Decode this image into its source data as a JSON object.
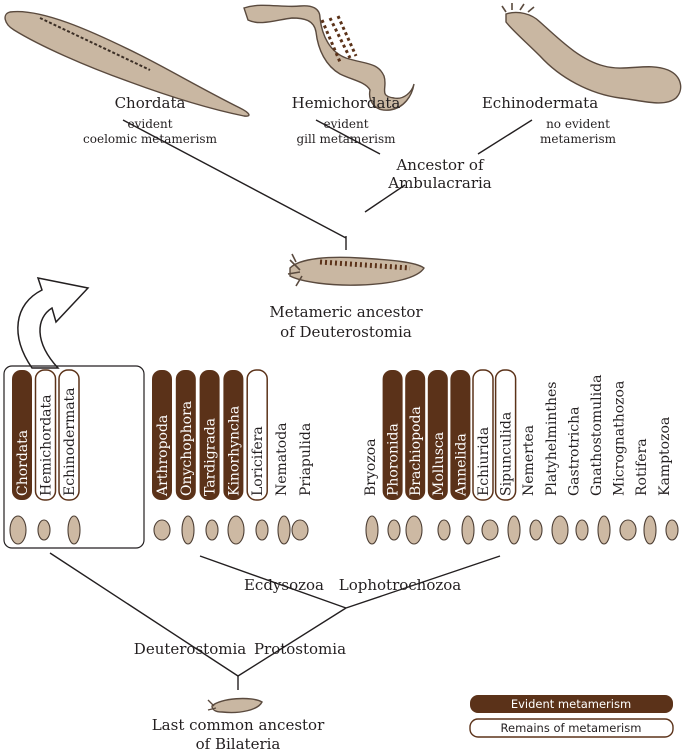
{
  "colors": {
    "evident": "#5b3219",
    "remains_border": "#5b3219",
    "animal_fill": "#c9b7a2",
    "line": "#231f20"
  },
  "top": {
    "chordata": {
      "name": "Chordata",
      "note1": "evident",
      "note2": "coelomic metamerism"
    },
    "hemichordata": {
      "name": "Hemichordata",
      "note1": "evident",
      "note2": "gill metamerism"
    },
    "echinodermata": {
      "name": "Echinodermata",
      "note1": "no evident",
      "note2": "metamerism"
    },
    "ambulacraria": {
      "line1": "Ancestor of",
      "line2": "Ambulacraria"
    },
    "deut_ancestor": {
      "line1": "Metameric ancestor",
      "line2": "of Deuterostomia"
    }
  },
  "deut_box": {
    "taxa": [
      {
        "name": "Chordata",
        "status": "evident"
      },
      {
        "name": "Hemichordata",
        "status": "remains"
      },
      {
        "name": "Echinodermata",
        "status": "remains"
      }
    ]
  },
  "ecdysozoa_taxa": [
    {
      "name": "Arthropoda",
      "status": "evident"
    },
    {
      "name": "Onychophora",
      "status": "evident"
    },
    {
      "name": "Tardigrada",
      "status": "evident"
    },
    {
      "name": "Kinorhyncha",
      "status": "evident"
    },
    {
      "name": "Loricifera",
      "status": "remains"
    },
    {
      "name": "Nematoda",
      "status": "none"
    },
    {
      "name": "Priapulida",
      "status": "none"
    }
  ],
  "lophotrochozoa_taxa": [
    {
      "name": "Bryozoa",
      "status": "none"
    },
    {
      "name": "Phoronida",
      "status": "evident"
    },
    {
      "name": "Brachiopoda",
      "status": "evident"
    },
    {
      "name": "Mollusca",
      "status": "evident"
    },
    {
      "name": "Annelida",
      "status": "evident"
    },
    {
      "name": "Echiurida",
      "status": "remains"
    },
    {
      "name": "Sipunculida",
      "status": "remains"
    },
    {
      "name": "Nemertea",
      "status": "none"
    },
    {
      "name": "Platyhelminthes",
      "status": "none"
    },
    {
      "name": "Gastrotricha",
      "status": "none"
    },
    {
      "name": "Gnathostomulida",
      "status": "none"
    },
    {
      "name": "Micrognathozoa",
      "status": "none"
    },
    {
      "name": "Rotifera",
      "status": "none"
    },
    {
      "name": "Kamptozoa",
      "status": "none"
    }
  ],
  "nodes": {
    "ecdysozoa": "Ecdysozoa",
    "lophotrochozoa": "Lophotrochozoa",
    "deuterostomia": "Deuterostomia",
    "protostomia": "Protostomia",
    "lca_line1": "Last common ancestor",
    "lca_line2": "of Bilateria"
  },
  "legend": {
    "evident": "Evident metamerism",
    "remains": "Remains of metamerism"
  }
}
